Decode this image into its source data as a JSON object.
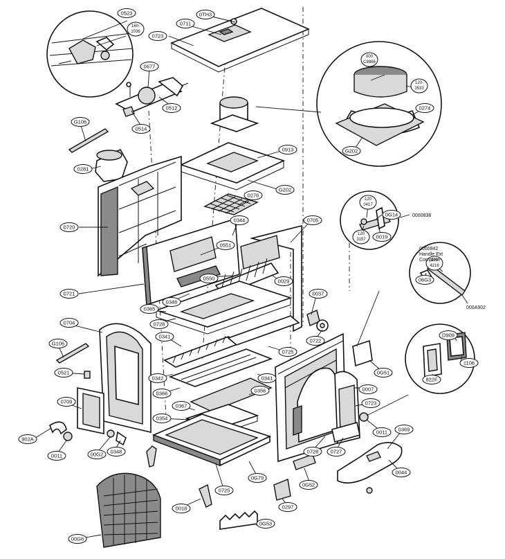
{
  "labels": [
    {
      "id": "l1",
      "text": "0523"
    },
    {
      "id": "l2",
      "text": "0TH3"
    },
    {
      "id": "l3",
      "text": "0711"
    },
    {
      "id": "l4",
      "text": "0723"
    },
    {
      "id": "l5",
      "text": "160-\n1036"
    },
    {
      "id": "l6",
      "text": "0677"
    },
    {
      "id": "l7",
      "text": "0512"
    },
    {
      "id": "l8",
      "text": "0514"
    },
    {
      "id": "l9",
      "text": "G106"
    },
    {
      "id": "l10",
      "text": "0281"
    },
    {
      "id": "l11",
      "text": "0913"
    },
    {
      "id": "l12",
      "text": "G202"
    },
    {
      "id": "l13",
      "text": "0276"
    },
    {
      "id": "l14",
      "text": "0720"
    },
    {
      "id": "l15",
      "text": "0344"
    },
    {
      "id": "l16",
      "text": "0705"
    },
    {
      "id": "l17",
      "text": "0551"
    },
    {
      "id": "l18",
      "text": "0721"
    },
    {
      "id": "l19",
      "text": "0550"
    },
    {
      "id": "l20",
      "text": "0029"
    },
    {
      "id": "l21",
      "text": "0346"
    },
    {
      "id": "l22",
      "text": "0365"
    },
    {
      "id": "l23",
      "text": "0037"
    },
    {
      "id": "l24",
      "text": "0728"
    },
    {
      "id": "l25",
      "text": "0722"
    },
    {
      "id": "l26",
      "text": "0704"
    },
    {
      "id": "l27",
      "text": "0341"
    },
    {
      "id": "l28",
      "text": "0725"
    },
    {
      "id": "l29",
      "text": "G106"
    },
    {
      "id": "l30",
      "text": "0521"
    },
    {
      "id": "l31",
      "text": "0342"
    },
    {
      "id": "l32",
      "text": "0341"
    },
    {
      "id": "l33",
      "text": "0G51"
    },
    {
      "id": "l34",
      "text": "0007"
    },
    {
      "id": "l35",
      "text": "0366"
    },
    {
      "id": "l36",
      "text": "0356"
    },
    {
      "id": "l37",
      "text": "0723"
    },
    {
      "id": "l38",
      "text": "0709"
    },
    {
      "id": "l39",
      "text": "0367"
    },
    {
      "id": "l40",
      "text": "0354"
    },
    {
      "id": "l41",
      "text": "0011"
    },
    {
      "id": "l42",
      "text": "0369"
    },
    {
      "id": "l43",
      "text": "902A"
    },
    {
      "id": "l44",
      "text": "00G2"
    },
    {
      "id": "l45",
      "text": "0348"
    },
    {
      "id": "l46",
      "text": "0728"
    },
    {
      "id": "l47",
      "text": "0727"
    },
    {
      "id": "l48",
      "text": "0011"
    },
    {
      "id": "l49",
      "text": "0044"
    },
    {
      "id": "l50",
      "text": "0G79"
    },
    {
      "id": "l51",
      "text": "0G52"
    },
    {
      "id": "l52",
      "text": "0018"
    },
    {
      "id": "l53",
      "text": "0725"
    },
    {
      "id": "l54",
      "text": "0297"
    },
    {
      "id": "l55",
      "text": "0G53"
    },
    {
      "id": "l56",
      "text": "00G8"
    },
    {
      "id": "l57",
      "text": "000\nC8886"
    },
    {
      "id": "l58",
      "text": "120-\n3533"
    },
    {
      "id": "l59",
      "text": "0274"
    },
    {
      "id": "l60",
      "text": "G202"
    },
    {
      "id": "l61",
      "text": "120\n0417"
    },
    {
      "id": "l62",
      "text": "0G14"
    },
    {
      "id": "l63",
      "text": "120\n3157"
    },
    {
      "id": "l64",
      "text": "0019"
    },
    {
      "id": "l65",
      "text": "120\n4216"
    },
    {
      "id": "l66",
      "text": "06G3"
    },
    {
      "id": "l67",
      "text": "D909"
    },
    {
      "id": "l68",
      "text": "1106"
    },
    {
      "id": "l69",
      "text": "822F"
    }
  ],
  "free_text": [
    {
      "id": "f1",
      "text": "0000838"
    },
    {
      "id": "f2",
      "text": "0000842"
    },
    {
      "id": "f3",
      "text": "Handle Ext"
    },
    {
      "id": "f4",
      "text": "Complete"
    },
    {
      "id": "f5",
      "text": "000A902"
    }
  ]
}
